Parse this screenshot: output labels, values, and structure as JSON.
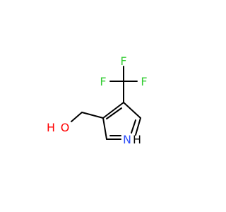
{
  "molecule": {
    "atoms": {
      "f_top": "F",
      "f_left": "F",
      "f_right": "F",
      "oxygen": "O",
      "hydroxyl_h": "H",
      "nitrogen": "N",
      "amine_h": "H"
    },
    "colors": {
      "bond": "#000000",
      "fluorine": "#33cc33",
      "oxygen": "#ff0000",
      "nitrogen": "#3050f8"
    }
  }
}
